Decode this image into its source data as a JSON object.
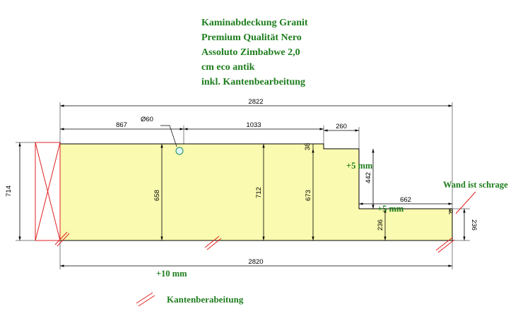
{
  "title": [
    "Kaminabdeckung Granit",
    "Premium Qualität Nero",
    "Assoluto Zimbabwe 2,0",
    "cm eco antik",
    "inkl. Kantenbearbeitung"
  ],
  "dimensions": {
    "total_top": "2822",
    "total_bottom": "2820",
    "seg_left": "867",
    "seg_mid": "1033",
    "seg_right_top": "260",
    "seg_lower_right": "662",
    "hole": "Ø60",
    "height_left": "714",
    "height_658": "658",
    "height_712": "712",
    "height_673": "673",
    "height_442": "442",
    "height_236_inner": "236",
    "height_236_right": "236",
    "small_38": "38",
    "small_6": "6"
  },
  "notes": {
    "plus5_upper": "+5 mm",
    "plus5_lower": "+5 mm",
    "plus10": "+10 mm",
    "wall": "Wand ist schrage"
  },
  "legend": {
    "label": "Kantenberabeitung"
  },
  "colors": {
    "slab_fill": "#fafab0",
    "note_green": "#1e7d1e",
    "edge_red": "#e02020"
  }
}
